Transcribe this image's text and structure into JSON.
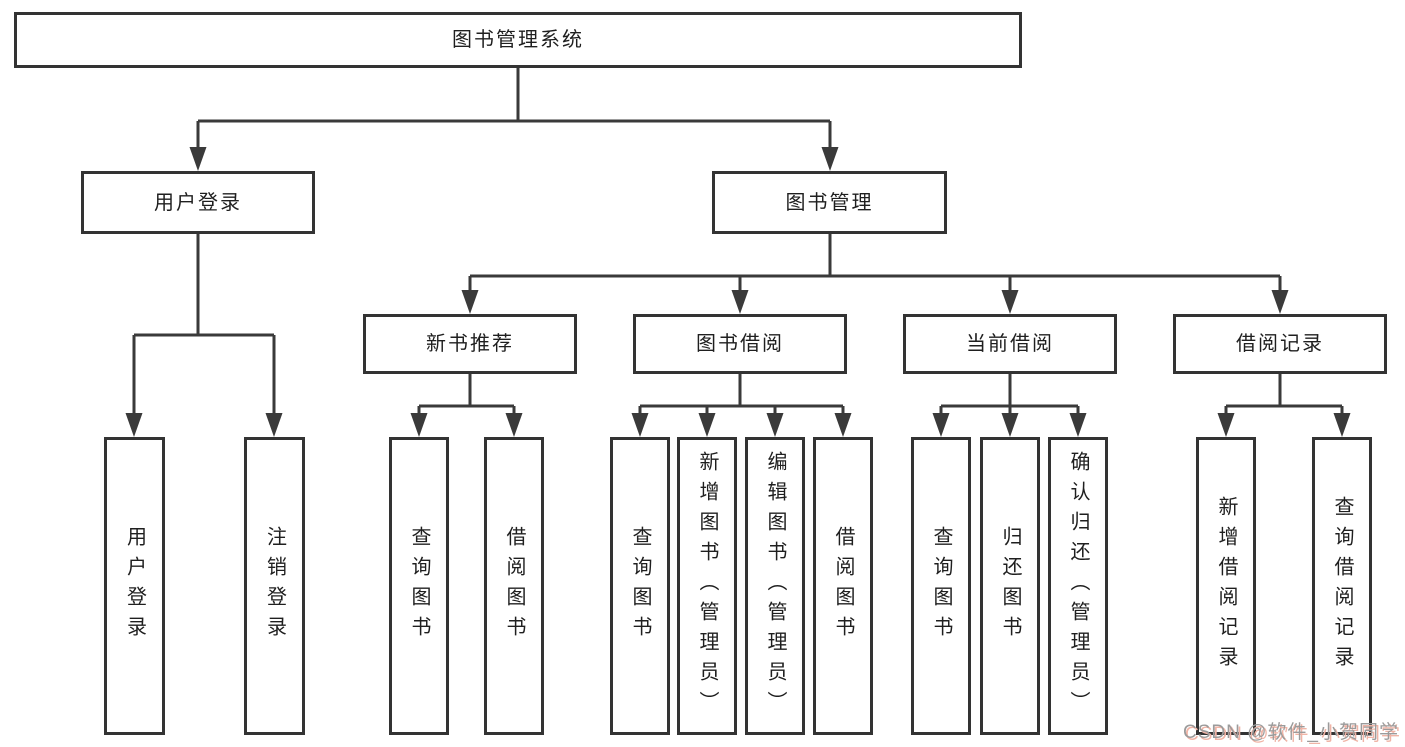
{
  "diagram": {
    "root": {
      "label": "图书管理系统"
    },
    "level2": [
      {
        "label": "用户登录"
      },
      {
        "label": "图书管理"
      }
    ],
    "level3": [
      {
        "label": "新书推荐"
      },
      {
        "label": "图书借阅"
      },
      {
        "label": "当前借阅"
      },
      {
        "label": "借阅记录"
      }
    ],
    "leaves": [
      {
        "label": "用户登录"
      },
      {
        "label": "注销登录"
      },
      {
        "label": "查询图书"
      },
      {
        "label": "借阅图书"
      },
      {
        "label": "查询图书"
      },
      {
        "label": "新增图书（管理员）"
      },
      {
        "label": "编辑图书（管理员）"
      },
      {
        "label": "借阅图书"
      },
      {
        "label": "查询图书"
      },
      {
        "label": "归还图书"
      },
      {
        "label": "确认归还（管理员）"
      },
      {
        "label": "新增借阅记录"
      },
      {
        "label": "查询借阅记录"
      }
    ]
  },
  "watermark": {
    "text": "CSDN @软件_小贺同学"
  },
  "colors": {
    "line": "#3a3a3a",
    "box_border": "#333333",
    "text": "#1f1f1f",
    "watermark_gray": "#9b9b9b",
    "watermark_shadow": "#f0b4a6",
    "background": "#ffffff"
  }
}
